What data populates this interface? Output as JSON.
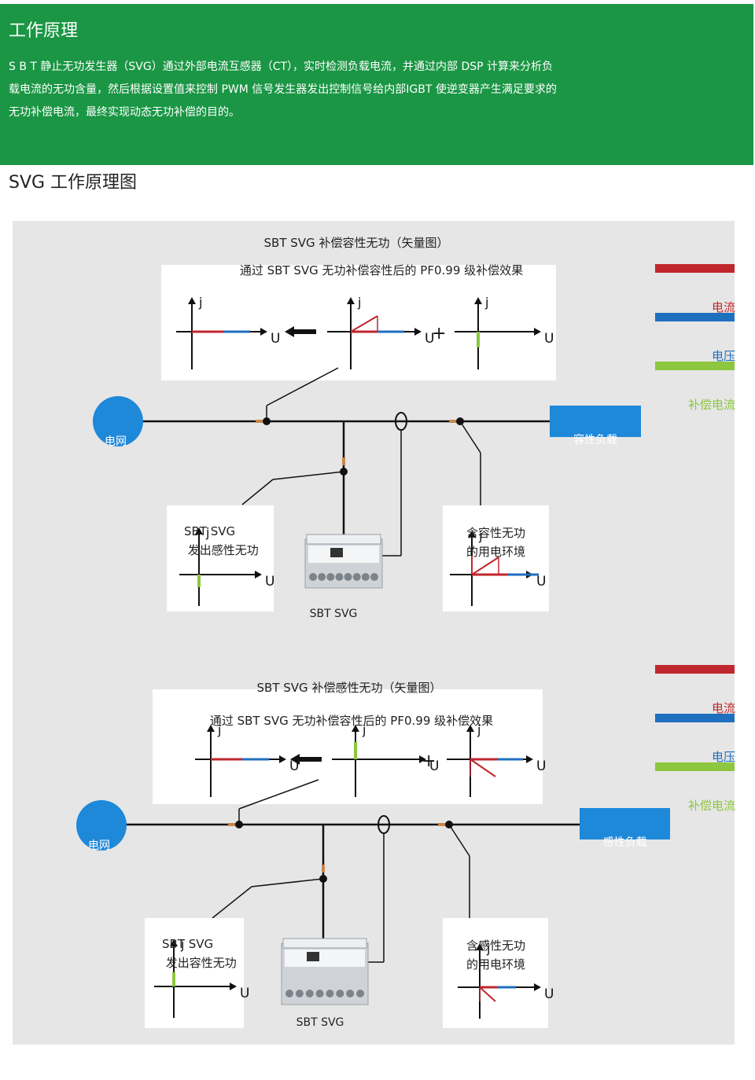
{
  "header": {
    "title": "工作原理",
    "paragraph": "S B T 静止无功发生器（SVG）通过外部电流互感器（CT），实时检测负载电流，并通过内部 DSP 计算来分析负载电流的无功含量，然后根据设置值来控制 PWM 信号发生器发出控制信号给内部IGBT 使逆变器产生满足要求的无功补偿电流，最终实现动态无功补偿的目的。"
  },
  "section_title": "SVG 工作原理图",
  "colors": {
    "header_green": "#1a9644",
    "current_red": "#c0262d",
    "voltage_blue": "#1f6fbf",
    "comp_green": "#8dc63f",
    "grid_blue": "#1e88d9"
  },
  "legend": {
    "current": "电流",
    "voltage": "电压",
    "compensation": "补偿电流"
  },
  "diagram1": {
    "title": "SBT SVG 补偿容性无功（矢量图）",
    "subtitle": "通过 SBT SVG 无功补偿容性后的 PF0.99 级补偿效果",
    "grid": "电网",
    "load": "容性负载",
    "svg_box": "SBT SVG 发出感性无功",
    "env_box": "含容性无功的用电环境",
    "device": "SBT SVG"
  },
  "diagram2": {
    "title": "SBT SVG 补偿感性无功（矢量图）",
    "subtitle": "通过 SBT SVG 无功补偿容性后的 PF0.99 级补偿效果",
    "grid": "电网",
    "load": "感性负载",
    "svg_box": "SBT SVG 发出容性无功",
    "env_box": "含感性无功的用电环境",
    "device": "SBT SVG"
  },
  "axis": {
    "j": "j",
    "u": "U"
  },
  "symbols": {
    "plus": "+"
  }
}
